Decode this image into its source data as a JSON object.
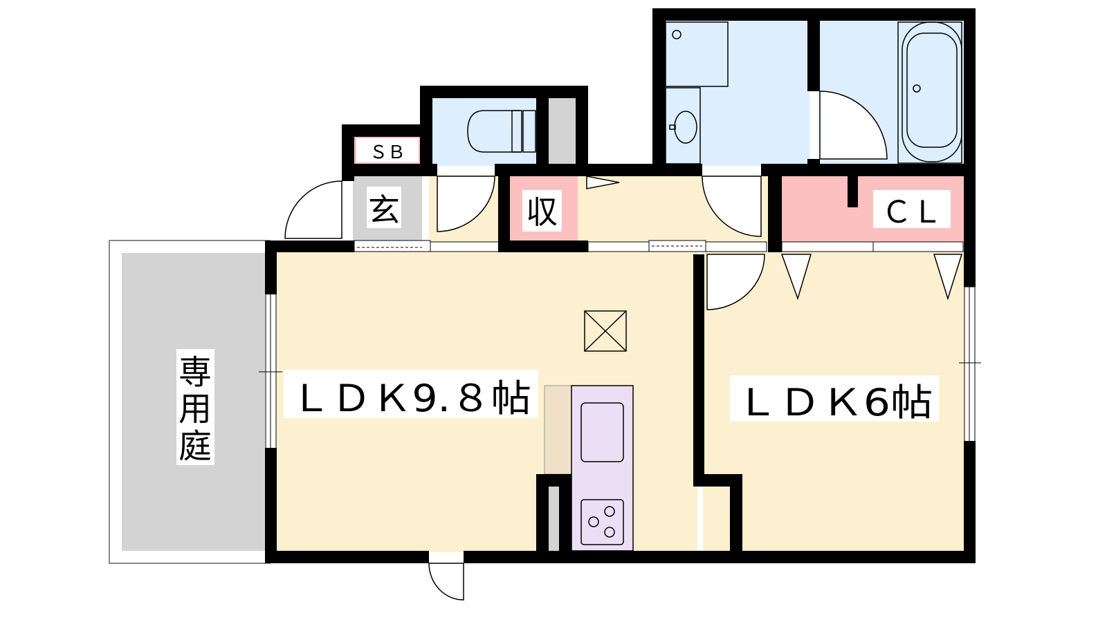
{
  "rooms": {
    "ldk_main": {
      "label": "ＬＤＫ9.８帖"
    },
    "ldk_second": {
      "label": "ＬＤＫ6帖"
    },
    "garden": {
      "chars": [
        "専",
        "用",
        "庭"
      ]
    },
    "entrance": {
      "label": "玄"
    },
    "storage": {
      "label": "収"
    },
    "closet": {
      "label": "ＣＬ"
    },
    "shoe_box": {
      "label": "ＳＢ"
    }
  },
  "colors": {
    "living": "#fdf0d0",
    "wet_area": "#ddeeff",
    "storage": "#fcc0c0",
    "entrance": "#d3d3d3",
    "kitchen": "#ecdff5",
    "counter": "#f0e0c8",
    "wall": "#000000"
  }
}
